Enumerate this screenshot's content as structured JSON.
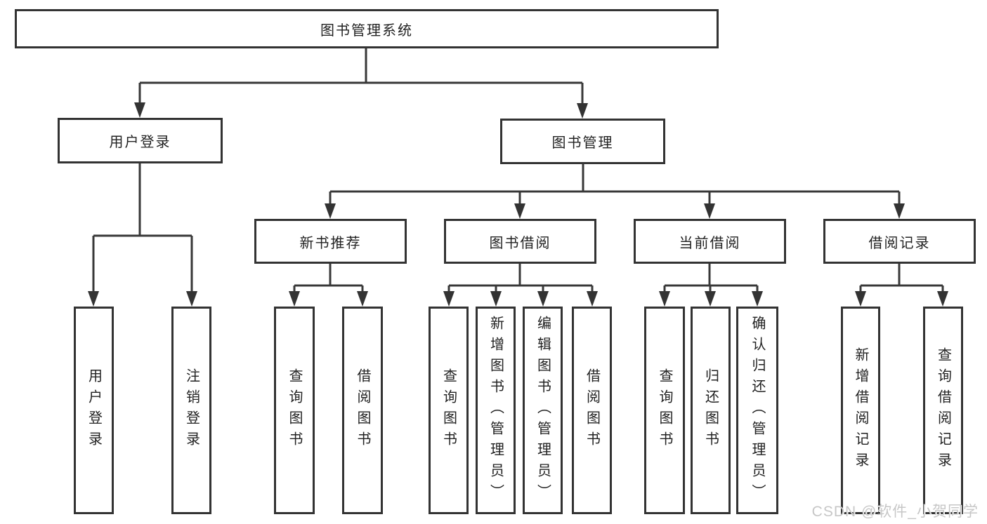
{
  "tree": {
    "label": "图书管理系统",
    "children": [
      {
        "label": "用户登录",
        "children": [
          {
            "label": "用户登录"
          },
          {
            "label": "注销登录"
          }
        ]
      },
      {
        "label": "图书管理",
        "children": [
          {
            "label": "新书推荐",
            "children": [
              {
                "label": "查询图书"
              },
              {
                "label": "借阅图书"
              }
            ]
          },
          {
            "label": "图书借阅",
            "children": [
              {
                "label": "查询图书"
              },
              {
                "label": "新增图书（管理员）"
              },
              {
                "label": "编辑图书（管理员）"
              },
              {
                "label": "借阅图书"
              }
            ]
          },
          {
            "label": "当前借阅",
            "children": [
              {
                "label": "查询图书"
              },
              {
                "label": "归还图书"
              },
              {
                "label": "确认归还（管理员）"
              }
            ]
          },
          {
            "label": "借阅记录",
            "children": [
              {
                "label": "新增借阅记录"
              },
              {
                "label": "查询借阅记录"
              }
            ]
          }
        ]
      }
    ]
  },
  "watermark": {
    "text": "CSDN @软件_小贺同学"
  },
  "colors": {
    "line": "#383838",
    "box_border": "#333333",
    "text": "#222222",
    "watermark": "#c7c7c7",
    "background": "#ffffff"
  }
}
